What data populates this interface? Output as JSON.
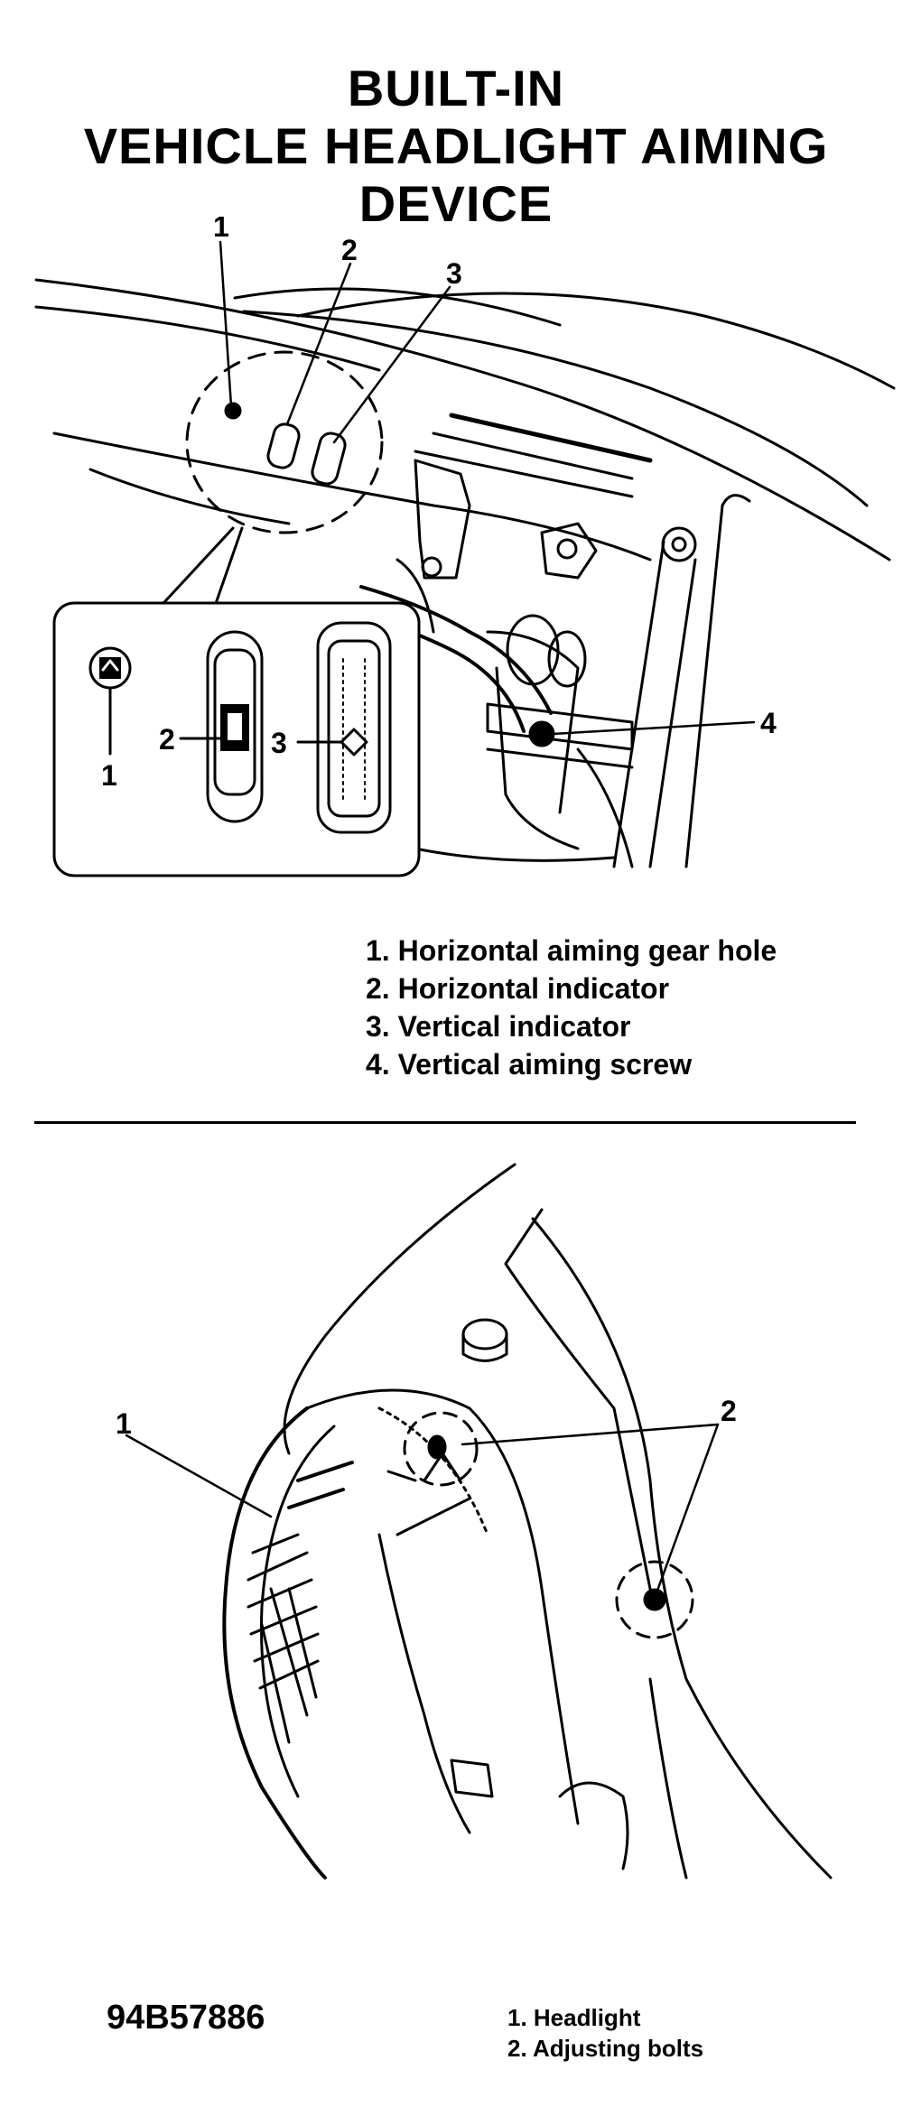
{
  "title": {
    "line1": "BUILT-IN",
    "line2": "VEHICLE HEADLIGHT AIMING",
    "line3": "DEVICE"
  },
  "figure1": {
    "callouts": [
      "1",
      "2",
      "3",
      "4"
    ],
    "inset_callouts": [
      "1",
      "2",
      "3"
    ],
    "legend": [
      "1. Horizontal aiming gear hole",
      "2. Horizontal indicator",
      "3. Vertical indicator",
      "4. Vertical aiming screw"
    ]
  },
  "figure2": {
    "callouts": [
      "1",
      "2"
    ],
    "legend": [
      "1. Headlight",
      "2. Adjusting bolts"
    ]
  },
  "figure_code": "94B57886"
}
